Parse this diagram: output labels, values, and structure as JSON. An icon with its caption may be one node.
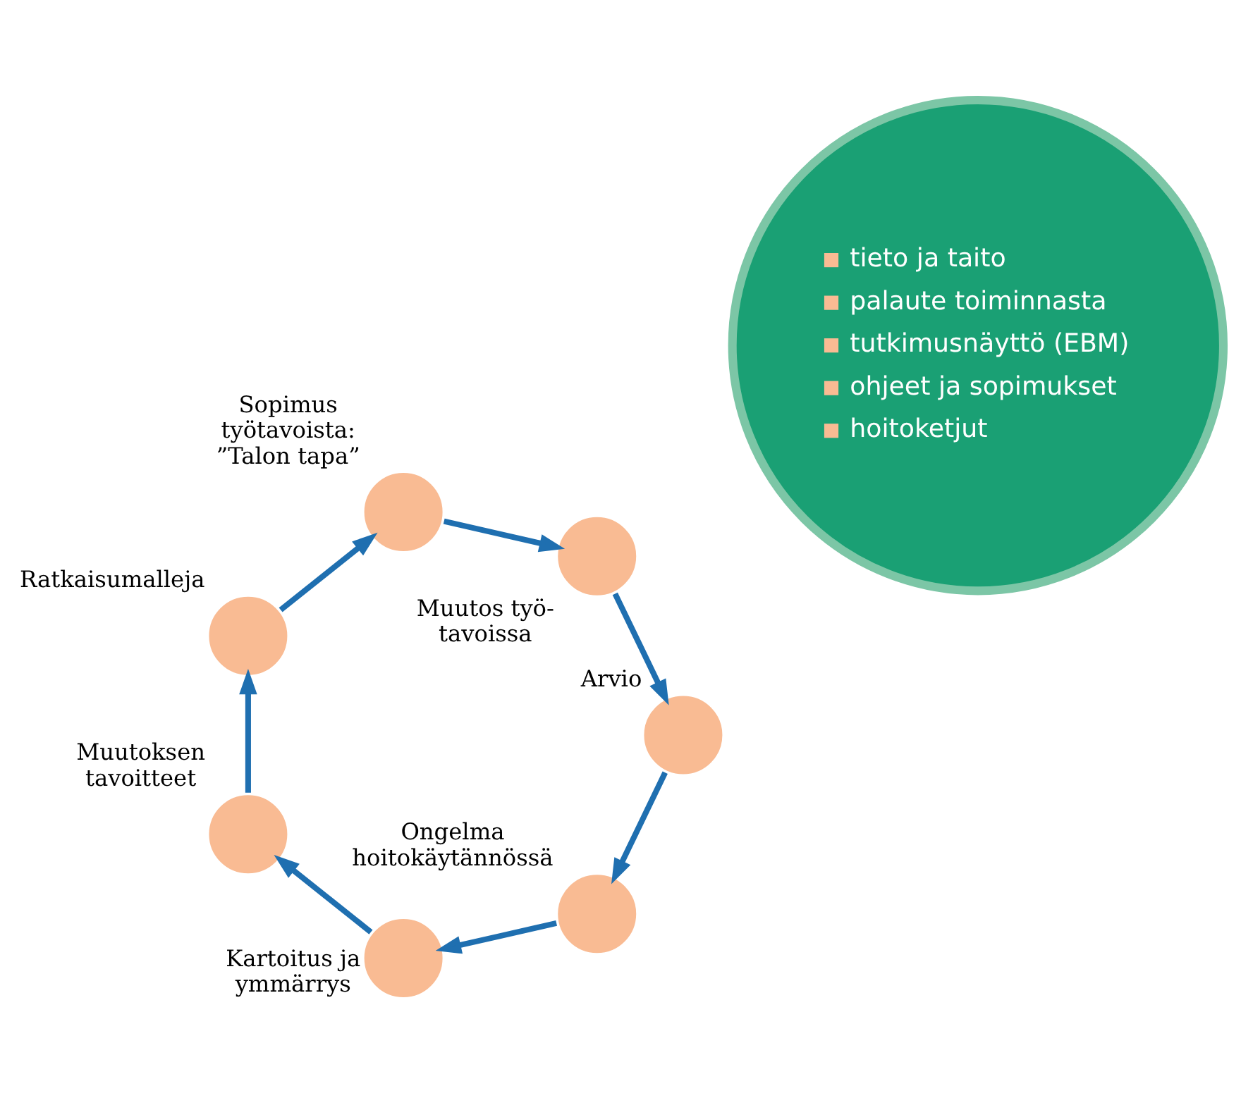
{
  "diagram": {
    "nodes": [
      {
        "text": [],
        "shape": "circle",
        "beside": [
          "Ongelma hoitokäytännössä"
        ]
      },
      {
        "text": [],
        "shape": "circle",
        "beside": [
          "Kartoitus ja ymmärrys"
        ]
      },
      {
        "text": [],
        "shape": "circle",
        "beside": [
          "Muutoksen tavoitteet"
        ]
      },
      {
        "text": [],
        "shape": "circle",
        "beside": [
          "Ratkaisumalleja"
        ]
      },
      {
        "text": [],
        "shape": "circle",
        "beside": [
          "Sopimus työtavoista: ”Talon tapa”"
        ]
      },
      {
        "text": [],
        "shape": "circle",
        "beside": [
          "Muutos työ- tavoissa"
        ]
      },
      {
        "text": [],
        "shape": "circle",
        "beside": [
          "Arvio"
        ]
      },
      {
        "text": [
          "tieto ja taito",
          "palaute toiminnasta",
          "tutkimusnäyttö (EBM)",
          "ohjeet ja sopimukset",
          "hoitoketjut"
        ]
      }
    ],
    "edges": [
      {
        "from": 0,
        "to": 1,
        "arrow": "to"
      },
      {
        "from": 1,
        "to": 2,
        "arrow": "to"
      },
      {
        "from": 2,
        "to": 3,
        "arrow": "to"
      },
      {
        "from": 3,
        "to": 4,
        "arrow": "to"
      },
      {
        "from": 4,
        "to": 5,
        "arrow": "to"
      },
      {
        "from": 5,
        "to": 6,
        "arrow": "to"
      },
      {
        "from": 6,
        "to": 0,
        "arrow": "to"
      }
    ]
  }
}
